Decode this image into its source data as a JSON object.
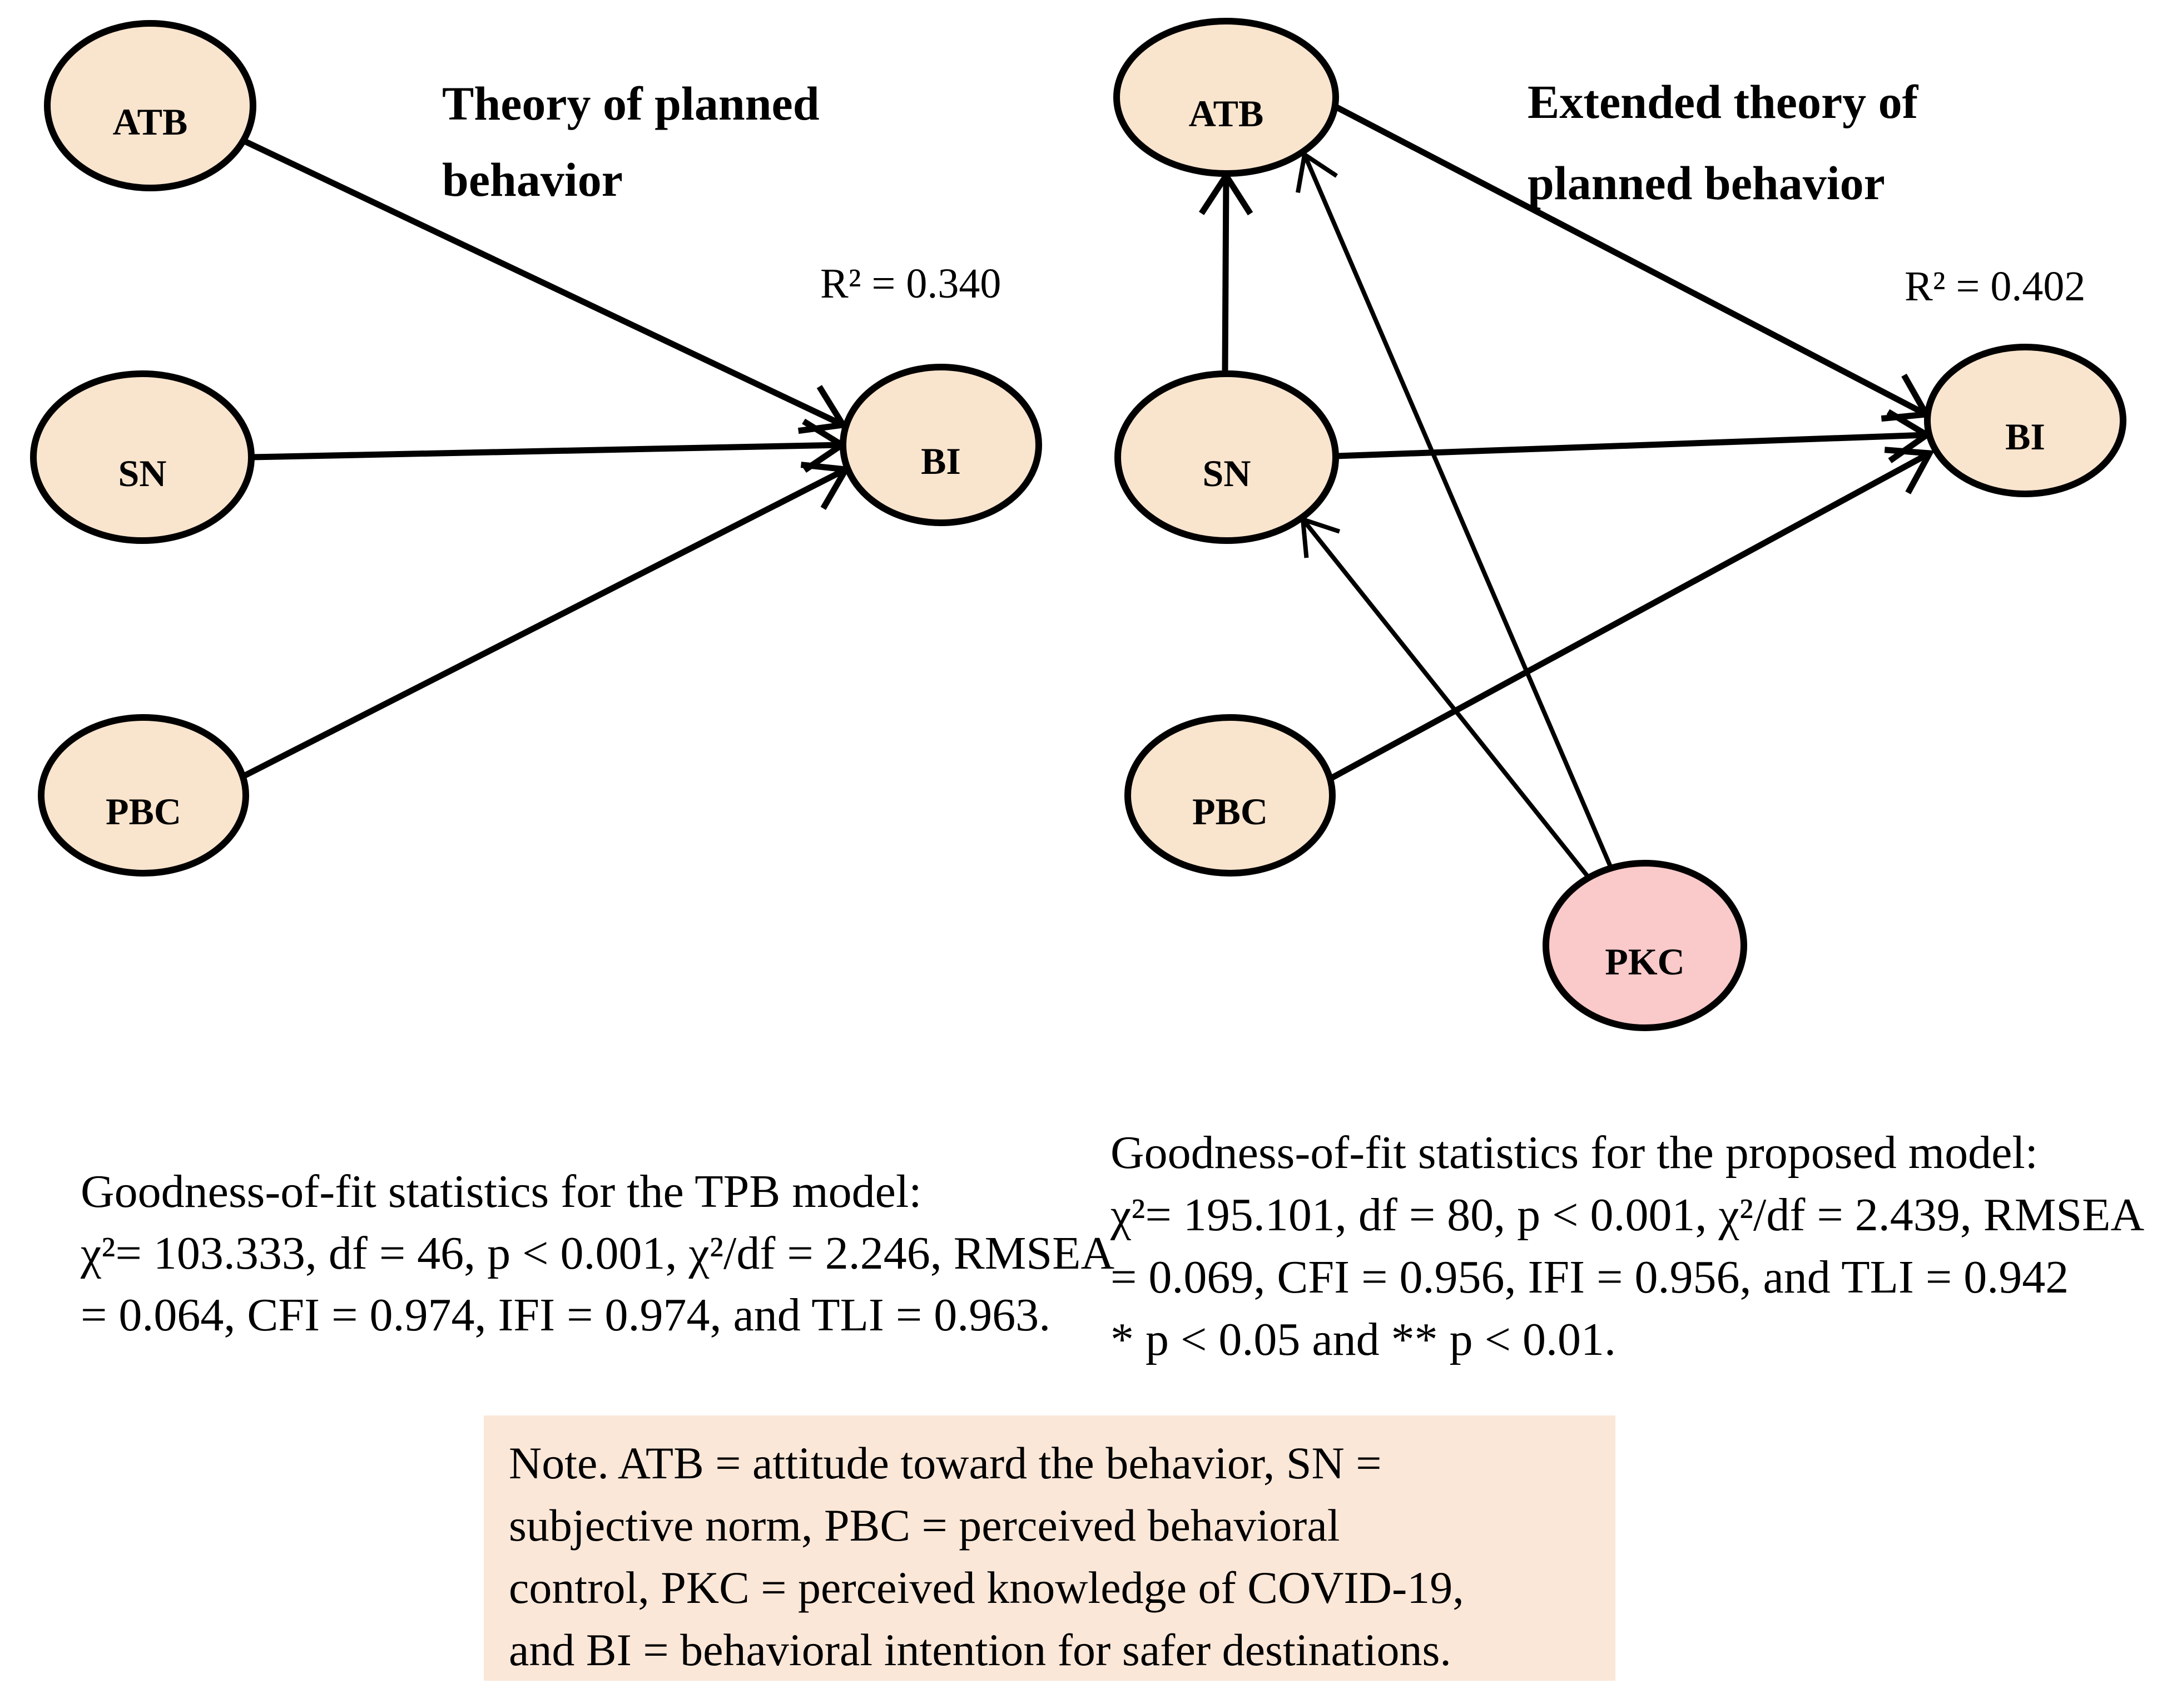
{
  "figure": {
    "left_model": {
      "title": {
        "line1": "Theory of planned",
        "line2": "behavior"
      },
      "r_squared": "R² = 0.340",
      "nodes": {
        "atb": "ATB",
        "sn": "SN",
        "pbc": "PBC",
        "bi": "BI"
      },
      "paths": [
        "ATB → BI",
        "SN → BI",
        "PBC → BI"
      ],
      "fit_stats": {
        "line1": "Goodness-of-fit statistics for the TPB model:",
        "line2": "χ²= 103.333, df = 46, p < 0.001, χ²/df = 2.246, RMSEA",
        "line3": "= 0.064, CFI = 0.974, IFI = 0.974, and TLI = 0.963."
      }
    },
    "right_model": {
      "title": {
        "line1": "Extended theory of",
        "line2": "planned behavior"
      },
      "r_squared": "R² = 0.402",
      "nodes": {
        "atb": "ATB",
        "sn": "SN",
        "pbc": "PBC",
        "pkc": "PKC",
        "bi": "BI"
      },
      "paths": [
        "SN → ATB",
        "PKC → ATB",
        "PKC → SN",
        "ATB → BI",
        "SN → BI",
        "PBC → BI"
      ],
      "fit_stats": {
        "line1": "Goodness-of-fit statistics for the proposed model:",
        "line2": "χ²= 195.101, df = 80, p < 0.001, χ²/df = 2.439, RMSEA",
        "line3": "= 0.069, CFI = 0.956, IFI = 0.956, and TLI = 0.942",
        "line4": "* p < 0.05 and ** p < 0.01."
      }
    },
    "note": {
      "line1": "Note. ATB = attitude toward the behavior, SN =",
      "line2": "subjective norm, PBC = perceived behavioral",
      "line3": "control, PKC = perceived knowledge of COVID-19,",
      "line4": "and BI = behavioral intention for safer destinations."
    },
    "colors": {
      "node_fill": "#F9E4CD",
      "pkc_fill": "#FAC9C9",
      "note_bg": "#FBE7D8",
      "line": "#000000"
    }
  }
}
